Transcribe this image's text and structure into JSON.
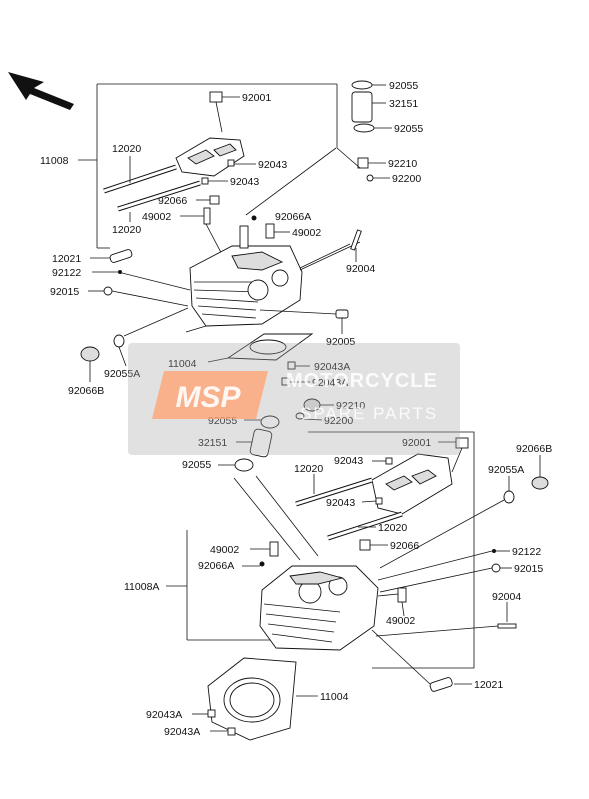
{
  "labels": {
    "92001_top": "92001",
    "92055_a": "92055",
    "32151_top": "32151",
    "92055_b": "92055",
    "11008": "11008",
    "12020_a": "12020",
    "92043_a": "92043",
    "92043_b": "92043",
    "92210_top": "92210",
    "92200_top": "92200",
    "92066_top": "92066",
    "49002_a": "49002",
    "92066A_top": "92066A",
    "49002_b": "49002",
    "12020_b": "12020",
    "12021_top": "12021",
    "92122_top": "92122",
    "92004_top": "92004",
    "92015_top": "92015",
    "92005": "92005",
    "11004_top": "11004",
    "92043A_a": "92043A",
    "92066B_top": "92066B",
    "92055A_top": "92055A",
    "92043A_b": "92043A",
    "92210_mid": "92210",
    "92055_c": "92055",
    "92200_mid": "92200",
    "32151_bot": "32151",
    "92001_bot": "92001",
    "92066B_bot": "92066B",
    "92055_d": "92055",
    "92043_c": "92043",
    "12020_c": "12020",
    "92055A_bot": "92055A",
    "92043_d": "92043",
    "12020_d": "12020",
    "49002_c": "49002",
    "92066_bot": "92066",
    "92122_bot": "92122",
    "92066A_bot": "92066A",
    "92015_bot": "92015",
    "11008A": "11008A",
    "92004_bot": "92004",
    "49002_d": "49002",
    "12021_bot": "12021",
    "11004_bot": "11004",
    "92043A_c": "92043A",
    "92043A_d": "92043A"
  },
  "watermark": {
    "logo": "MSP",
    "line1": "MOTORCYCLE",
    "line2": "SPARE PARTS"
  },
  "icons": {
    "direction": "front-direction-arrow-icon"
  }
}
